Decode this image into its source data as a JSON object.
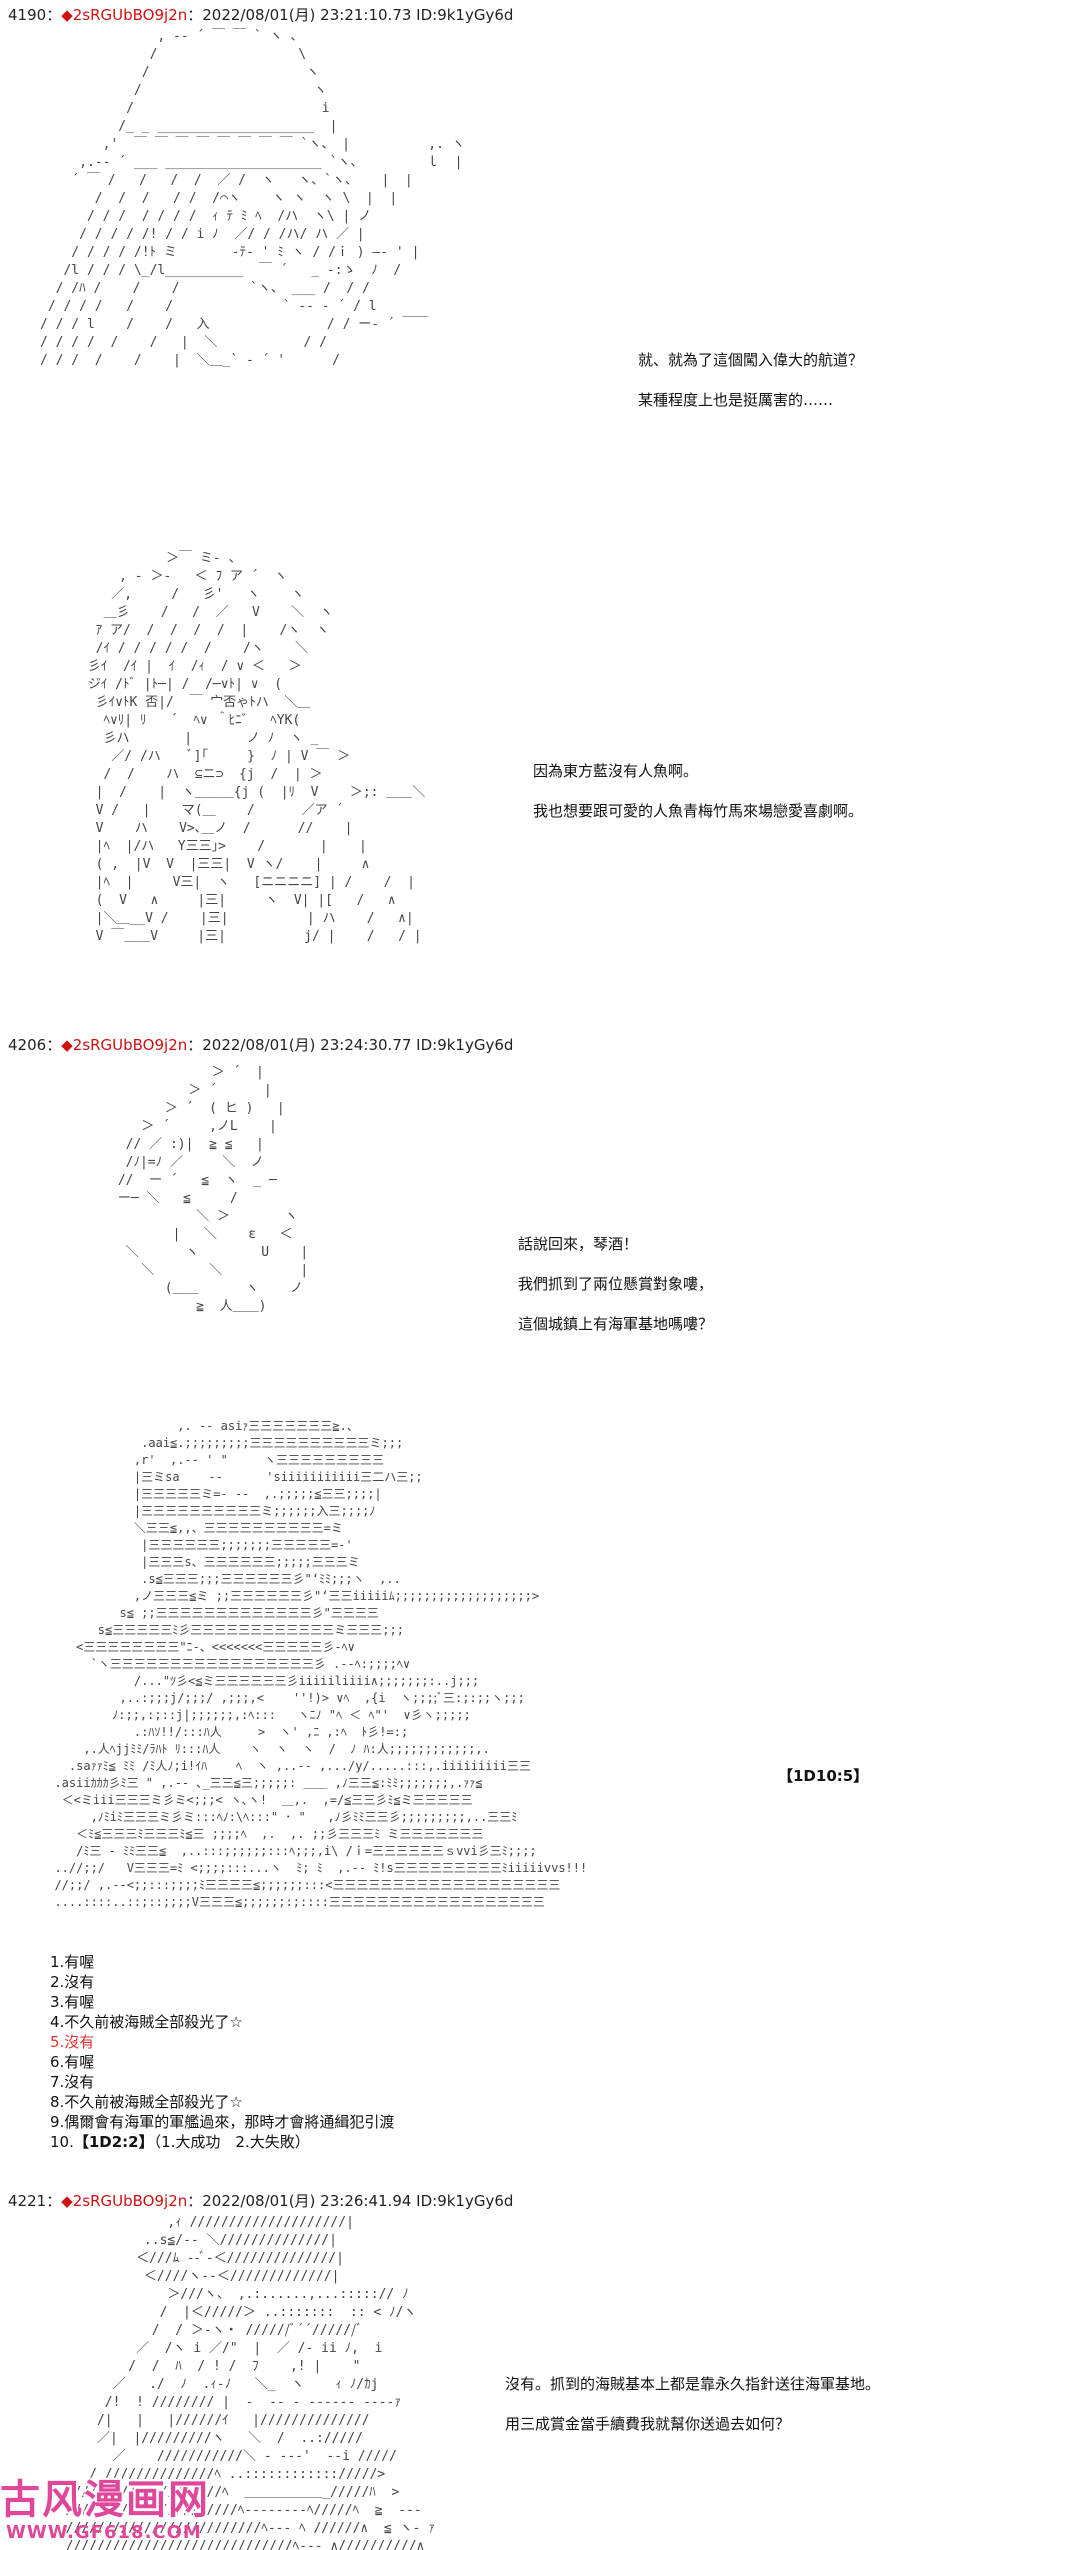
{
  "posts": [
    {
      "number": "4190",
      "separator": "：",
      "diamond": "◆",
      "trip": "2sRGUbBO9j2n",
      "datetime": "：2022/08/01(月) 23:21:10.73 ID:9k1yGy6d",
      "panels": [
        {
          "lines": [
            "就、就為了這個闖入偉大的航道？",
            "某種程度上也是挺厲害的……"
          ]
        },
        {
          "lines": [
            "因為東方藍沒有人魚啊。",
            "我也想要跟可愛的人魚青梅竹馬來場戀愛喜劇啊。"
          ]
        }
      ]
    },
    {
      "number": "4206",
      "separator": "：",
      "diamond": "◆",
      "trip": "2sRGUbBO9j2n",
      "datetime": "：2022/08/01(月) 23:24:30.77 ID:9k1yGy6d",
      "panels": [
        {
          "lines": [
            "話說回來，琴酒！",
            "我們抓到了兩位懸賞對象嘍，",
            "這個城鎮上有海軍基地嗎嘍？"
          ]
        }
      ],
      "dice": "【1D10:5】",
      "choices": [
        {
          "text": "1.有喔",
          "style": "normal"
        },
        {
          "text": "2.沒有",
          "style": "normal"
        },
        {
          "text": "3.有喔",
          "style": "normal"
        },
        {
          "text": "4.不久前被海賊全部殺光了☆",
          "style": "normal"
        },
        {
          "text": "5.沒有",
          "style": "red"
        },
        {
          "text": "6.有喔",
          "style": "normal"
        },
        {
          "text": "7.沒有",
          "style": "normal"
        },
        {
          "text": "8.不久前被海賊全部殺光了☆",
          "style": "normal"
        },
        {
          "text": "9.偶爾會有海軍的軍艦過來，那時才會將通緝犯引渡",
          "style": "normal"
        }
      ],
      "last_choice": {
        "prefix": "10.",
        "dice": "【1D2:2】",
        "rest": "（1.大成功　2.大失敗）"
      }
    },
    {
      "number": "4221",
      "separator": "：",
      "diamond": "◆",
      "trip": "2sRGUbBO9j2n",
      "datetime": "：2022/08/01(月) 23:26:41.94 ID:9k1yGy6d",
      "panels": [
        {
          "lines": [
            "沒有。抓到的海賊基本上都是靠永久指針送往海軍基地。",
            "用三成賞金當手續費我就幫你送過去如何？"
          ]
        }
      ]
    }
  ],
  "ascii_art": {
    "hat_face": "               , -‐ ´ ￣ ￣ ` ヽ 、\n              /                  \\\n             /                    ヽ\n            /                      ヽ\n           /                        i\n          /_ _ ____________________  |\n        ,'  ￣ ￣ ￣ ￣ ￣ ￣ ￣ ￣ `ヽ、 |          ,. ヽ\n     ,.-‐ ´ ___ ____________________ `ヽ、        ｌ  |\n    ´ ￣ /   /   /  /  ／ /  ヽ   ヽ、`ヽ、   |  |\n       /  /  /   / /  /⌒ヽ    ヽ ヽ  ヽ \\  |  |\n      / / /  / / / /  ｨ ﾃ ﾐ ﾍ  /ハ  ヽ\\ | ノ\n     / / / / /! / / i ﾉ  ／/ / /ハ/ ハ ／ |\n    / / / / /!ﾄ ミ       -ﾃ‐ ' ﾐ ヽ / /ｉ ) ―‐ ' |\n   /l / / / \\_/l__________  ￣ ´   _ -:ゝ  ﾉ  /\n  / /ﾊ /    /    /         `ヽ、 ___ /  / /\n / / / /   /    /              ` -- ‐ ´ / l\n/ / / l    /    /   入               / / ー‐ ´ ￣￣\n/ / / /  /    /   |  ＼           / /\n/ / /  /    /    |  ＼＿_` ‐ ´ '      /",
    "fish_man": "           ＞￣ ミ‐ 、\n     , ‐ ＞‐   ＜ ﾌ ア ´  ヽ\n    ／,     /   彡'   ヽ    ヽ\n   ＿彡    /   /  ／   V    ＼  ヽ\n  ｱ ア/  /  /  /  /  |    /ヽ  ヽ\n  /ｲ / / / / /  /    /ヽ    ＼\n 彡ｲ  /ｲ |  ｲ  /ｨ  / ∨ ＜   ＞\n ジｲ /ﾄﾞ |ﾄ─| /  /─∨ﾄ| ∨  (\n  彡ｲ∨ﾄK 否|/  ￣ 宀否ゃﾄハ  ＼＿\n   ﾍ∨ﾘ| ﾘ   ´  ﾍ∨ ＾ﾋﾆ゛  ﾍYK(\n   彡ハ       |       ノ ﾉ  ヽ _\n    ／/ /ハ    ﾞ]｢     }  ﾉ | V ￣ ＞\n   /  /    ハ  ⊆ニ⊃  {j  /  | ＞\n  |  /    |  ヽ＿＿＿{j (  |ﾘ  V    ＞;: ＿＿＼\n  V /   |    マ(＿    /      ／ア ´\n  V    ハ    V>､＿ノ  /      //    |\n  |ﾍ  |/ハ   Y三三｣>    /       |    |\n  ( ,  |V  V  |三三|  V ヽ/    |     ∧\n  |ﾍ  |     V三|  ヽ   [ニニニニ] | /    /  |\n  (  V   ∧     |三|     ヽ  V| |[   /   ∧\n  |＼＿__V /    |三|          | ハ    /   ∧|\n  V ￣＿＿V     |三|          j/ |    /   / |",
    "figure_smile": "             ＞ ´  |\n          ＞ ´      |\n       ＞ ´  ( ヒ )   |\n    ＞ ´     ,ノL    |\n  // ／ :)|  ≧ ≦   |\n  /ﾉ|=ﾉ ／     ＼  ノ\n //  ー ´   ≦  ヽ  _ ─\n ー─ ＼   ≦     /\n           ＼ ＞       ヽ\n        |   ＼    ε   ＜\n  ＼      ヽ        U    |\n    ＼       ＼          |\n       (＿＿      ヽ    ノ\n           ≧  人＿＿)",
    "jinnai_hat": "                   ,. -‐ asiｧ三三三三三三三≧.、\n              .aai≦.;;;;;;;;;三三三三三三三三三三ミ;;;\n             ,r'  ,.-‐ ' \"     ヽ三三三三三三三三三\n             |三ミsa    ‐‐      'siiiiiiiiiii三二ハ三;;\n             |三三三三三ミ=- ‐‐  ,.;;;;;≦三三;;;;|\n             |三三三三三三三三三三ミ;;;;;;入三;;;;ﾉ\n             ＼三三≦,,、三三三三三三三三三三=ミ\n              |三三三三三三;;;;;;;三三三三三=-'\n              |三三三s、三三三三三三;;;;;三三三ミ\n              .s≦三三三;;;三三三三三三彡\"‘ﾐﾐ;;;ヽ  ,..\n             ,ノ三三三≦ミ ;;三三三三三三彡\"‘三三iiiiiﾑ;;;;;;;;;;;;;;;;;;;> \n           s≦ ;;三三三三三三三三三三三三三彡\"三三三三\n        s≦三三三三三ﾐ彡三三三三三三三三三三三三ミ三三三;;;\n     <三三三三三三三三\"ﾆ‐、<<<<<<<三三三三三彡‐ﾍ∨\n       `ヽ三三三三三三三三三三三三三三三三三彡 .-‐ﾍ:;;;;ﾍ∨\n             /...\"ﾂ彡<≦ミ三三三三三三彡iiiiiliiii∧;;;;;;;:..j;;;\n           ,..:;;;j/;;;/ ,;;;,<    ''!)> ∨ﾍ  ,{i  ヽ;;;;ﾞ三:;:;;ヽ;;;\n          ﾉ:;;,:;::j|;;;;;;,:ﾍ:::   ヽﾆﾉ \"ﾍ ＜ ﾍ\"'  ∨彡ヽ;;;;;\n             .:ﾊｿ!!/:::ﾊ人     >  ヽ' ,ﾆ ,:ﾍ  ﾄ彡!=:;\n      ,.人ﾍjjﾐﾐ/ﾗﾊﾄ ﾘ:::ﾊ人    ヽ  ヽ  ヽ  /  ﾉ ﾊ:人;;;;;;;;;;;;,.\n    .saｧｧﾐ≦ ﾐﾐ /ﾐ人ﾉ;i!ｲﾊ    ﾍ  ヽ ,..-‐ ,.../y/.....:::,.iiiiiiiii三三\n  .asiiｶｶｶ彡ﾐ三 \" ,.-‐ ､_三三≦三;;;;;: ＿＿ ,ﾉ三三≦:ﾐﾐ;;;;;;;,.ｧｧ≦\n   ＜<ミiii三三三ミ彡ミ<;;;< ヽ､ヽ!  ＿,.  ,=/≦三三彡ﾐ≦ミ三三三三三\n       ,ﾉﾐiﾐ三三三ミ彡ミ:::ﾍﾉ:\\ﾍ:::\" ･ \"   ,ﾉ彡ﾐﾐ三三彡;;;;;;;;;,..三三ﾐ\n     ＜ﾐ≦三三三ﾐ三三三ﾐ≦三 ;;;;ﾍ  ,.  ,. ;;彡三三三ﾐ ミ三三三三三三三\n     /ﾐ三 ‐ ﾐﾐ三三≦  ,..:::;;;;;;:::ﾍ;;;,i\\ /ｉ=三三三三三三ｓvvi彡三ﾐ;;;;\n  ..//;;/   V三三三=ﾐ <;;;;:::...ヽ  ﾐ; ﾐ  ,.-‐ ﾐ!s三三三三三三三三三ﾐiiiiivvs!!!\n  //;;/ ,.-‐<;;:::;;;;ﾐ三三三三≦;;;;;;:::<三三三三三三三三三三三三三三三三三三三\n  ....::::..::;::;;;;V三三三≦;;;;;;:;::::三三三三三三三三三三三三三三三三三三",
    "bottom_art": "               ,ｨ ////////////////////|\n            ..s≦/‐‐ ＼//////////////|\n           ＜///ﾑ --ﾞ‐＜//////////////|\n            ＜////ヽ-‐＜/////////////|\n               ＞///ヽ、 ,.:......,...:::::// ﾉ\n              /  |＜/////＞ ..:::::::  :: < ﾉ/ヽ\n             /  / ＞‐ヽ・ //////ﾞ´´//////ﾞ\n           ／  /ヽ i ／/\"  |  ／ /‐ ii ﾉ,  i\n          /  /  ﾊ  / ! /  ﾌ    ,! |    \"\n        ／   ./  ﾉ  .ｨ‐ﾉ   ＼_  ヽ    ｨ ﾉ/ｶj\n       /!  ! //////// |  ‐  ‐‐ - ‐---‐- ‐‐‐‐ｧ\n      /|   |   |//////ｲ   |//////////////\n      ／|  |/////////ヽ   ＼  /  ..://///\n        ／    ///////////＼ ‐ -‐‐'  ‐‐i /////\n     / //////////////ﾍ ..:::::::::::://///>\n   ///////////////////ﾍ  ＿＿＿＿＿＿_/////ﾊ  >\n  //////////////////////ﾍ‐‐‐‐‐‐‐‐ﾍ/////ﾍ  ≧  ‐‐‐\n  /////////////////////////ﾍ‐‐‐ ﾍ //////∧  ≦ ヽ‐ ｧ\n  /////////////////////////////ﾍ‐‐‐ ∧//////////∧"
  },
  "watermark": {
    "title": "古风漫画网",
    "url": "WWW.GF618.COM"
  }
}
